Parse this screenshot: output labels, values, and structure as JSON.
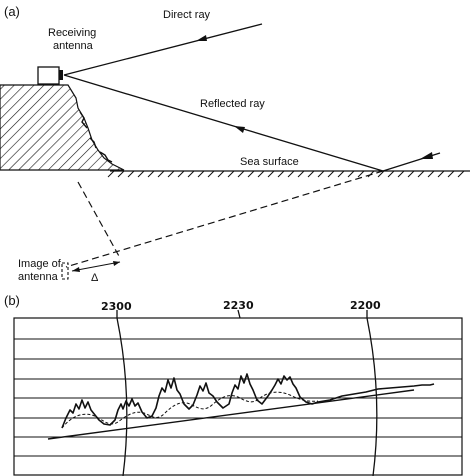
{
  "panel_a": {
    "label": "(a)",
    "receiving_antenna_line1": "Receiving",
    "receiving_antenna_line2": "antenna",
    "direct_ray": "Direct ray",
    "reflected_ray": "Reflected ray",
    "sea_surface": "Sea surface",
    "image_line1": "Image of",
    "image_line2": "antenna",
    "delta": "Δ"
  },
  "panel_b": {
    "label": "(b)",
    "time_marks": [
      "2300",
      "2230",
      "2200"
    ]
  },
  "colors": {
    "ink": "#111111",
    "background": "#ffffff"
  }
}
